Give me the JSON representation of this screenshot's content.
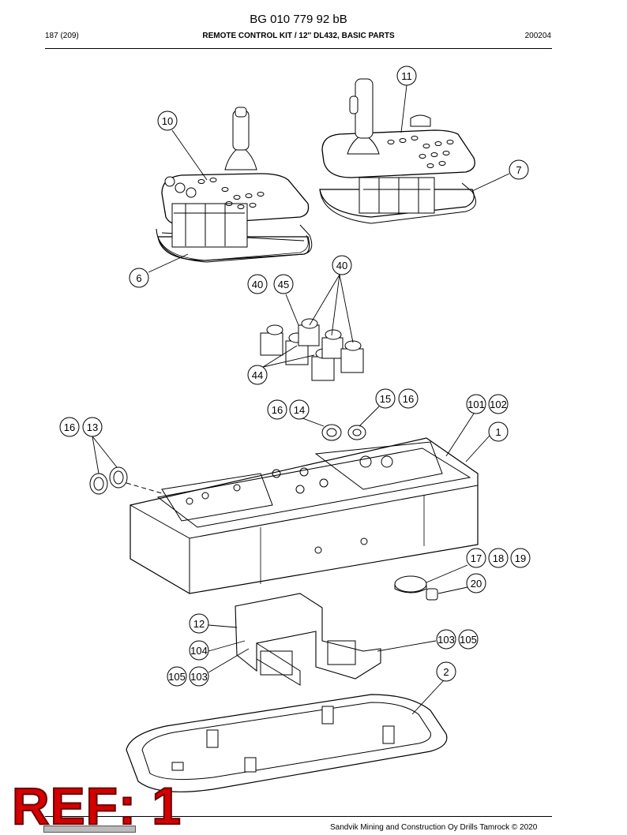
{
  "header": {
    "doc_number": "BG 010 779 92 bB",
    "page_count": "187 (209)",
    "title": "REMOTE CONTROL KIT / 12'' DL432, BASIC PARTS",
    "date": "200204"
  },
  "callouts": [
    "11",
    "10",
    "7",
    "6",
    "40",
    "40",
    "45",
    "44",
    "15",
    "16",
    "16",
    "14",
    "101",
    "102",
    "1",
    "16",
    "13",
    "17",
    "18",
    "19",
    "20",
    "12",
    "104",
    "105",
    "103",
    "103",
    "105",
    "2"
  ],
  "footer": {
    "copyright": "Sandvik Mining and Construction Oy Drills Tamrock © 2020"
  },
  "stamp": {
    "ref_label": "REF: 1"
  }
}
